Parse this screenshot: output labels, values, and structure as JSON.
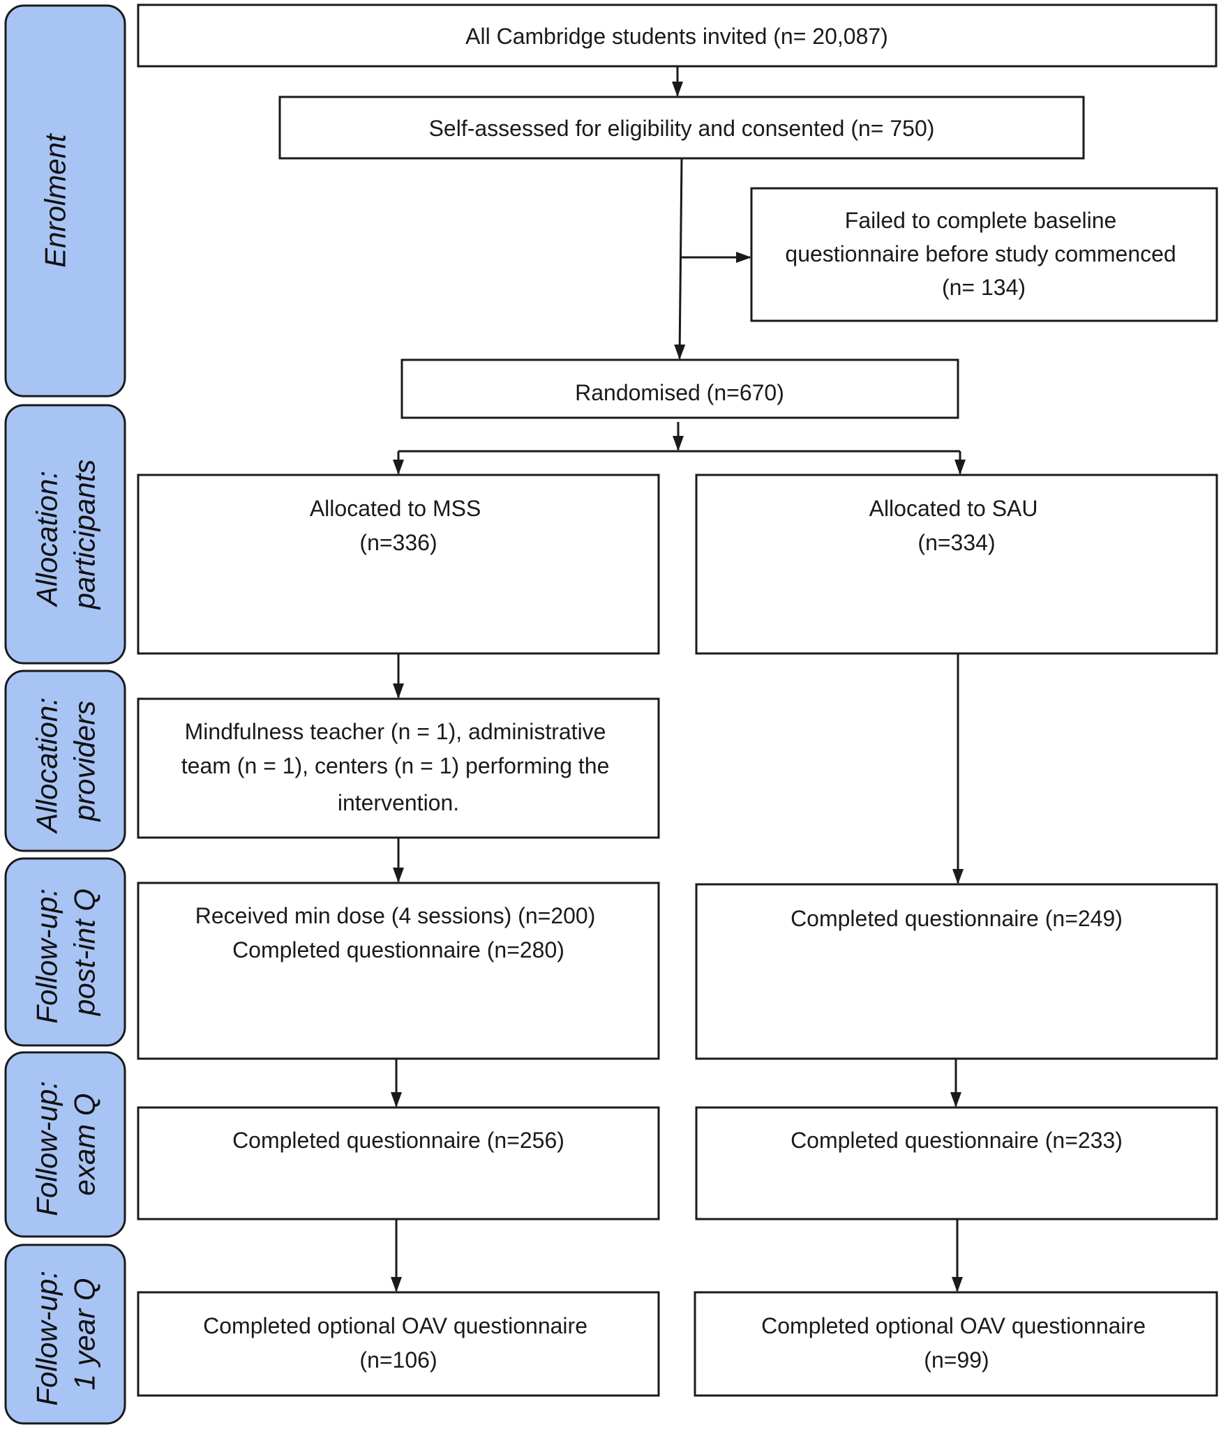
{
  "stages": [
    {
      "id": "enrolment",
      "lines": [
        "Enrolment"
      ]
    },
    {
      "id": "allocation-participants",
      "lines": [
        "Allocation:",
        "participants"
      ]
    },
    {
      "id": "allocation-providers",
      "lines": [
        "Allocation:",
        "providers"
      ]
    },
    {
      "id": "followup-post-int",
      "lines": [
        "Follow-up:",
        "post-int Q"
      ]
    },
    {
      "id": "followup-exam",
      "lines": [
        "Follow-up:",
        "exam Q"
      ]
    },
    {
      "id": "followup-1-year",
      "lines": [
        "Follow-up:",
        "1 year Q"
      ]
    }
  ],
  "boxes": {
    "invited": [
      "All Cambridge students invited (n= 20,087)"
    ],
    "consented": [
      "Self-assessed for eligibility and consented (n= 750)"
    ],
    "excluded": [
      "Failed to complete baseline",
      "questionnaire before study commenced",
      "(n= 134)"
    ],
    "randomised": [
      "Randomised (n=670)"
    ],
    "mss_allocated": [
      "Allocated to MSS",
      "(n=336)"
    ],
    "sau_allocated": [
      "Allocated to SAU",
      "(n=334)"
    ],
    "mss_providers": [
      "Mindfulness teacher (n = 1), administrative",
      "team (n = 1), centers (n = 1) performing the",
      "intervention."
    ],
    "mss_post_int": [
      "Received min dose (4 sessions) (n=200)",
      "Completed questionnaire (n=280)"
    ],
    "sau_post_int": [
      "Completed questionnaire (n=249)"
    ],
    "mss_exam": [
      "Completed questionnaire (n=256)"
    ],
    "sau_exam": [
      "Completed questionnaire (n=233)"
    ],
    "mss_1_year": [
      "Completed optional OAV questionnaire",
      "(n=106)"
    ],
    "sau_1_year": [
      "Completed optional OAV questionnaire",
      "(n=99)"
    ]
  }
}
